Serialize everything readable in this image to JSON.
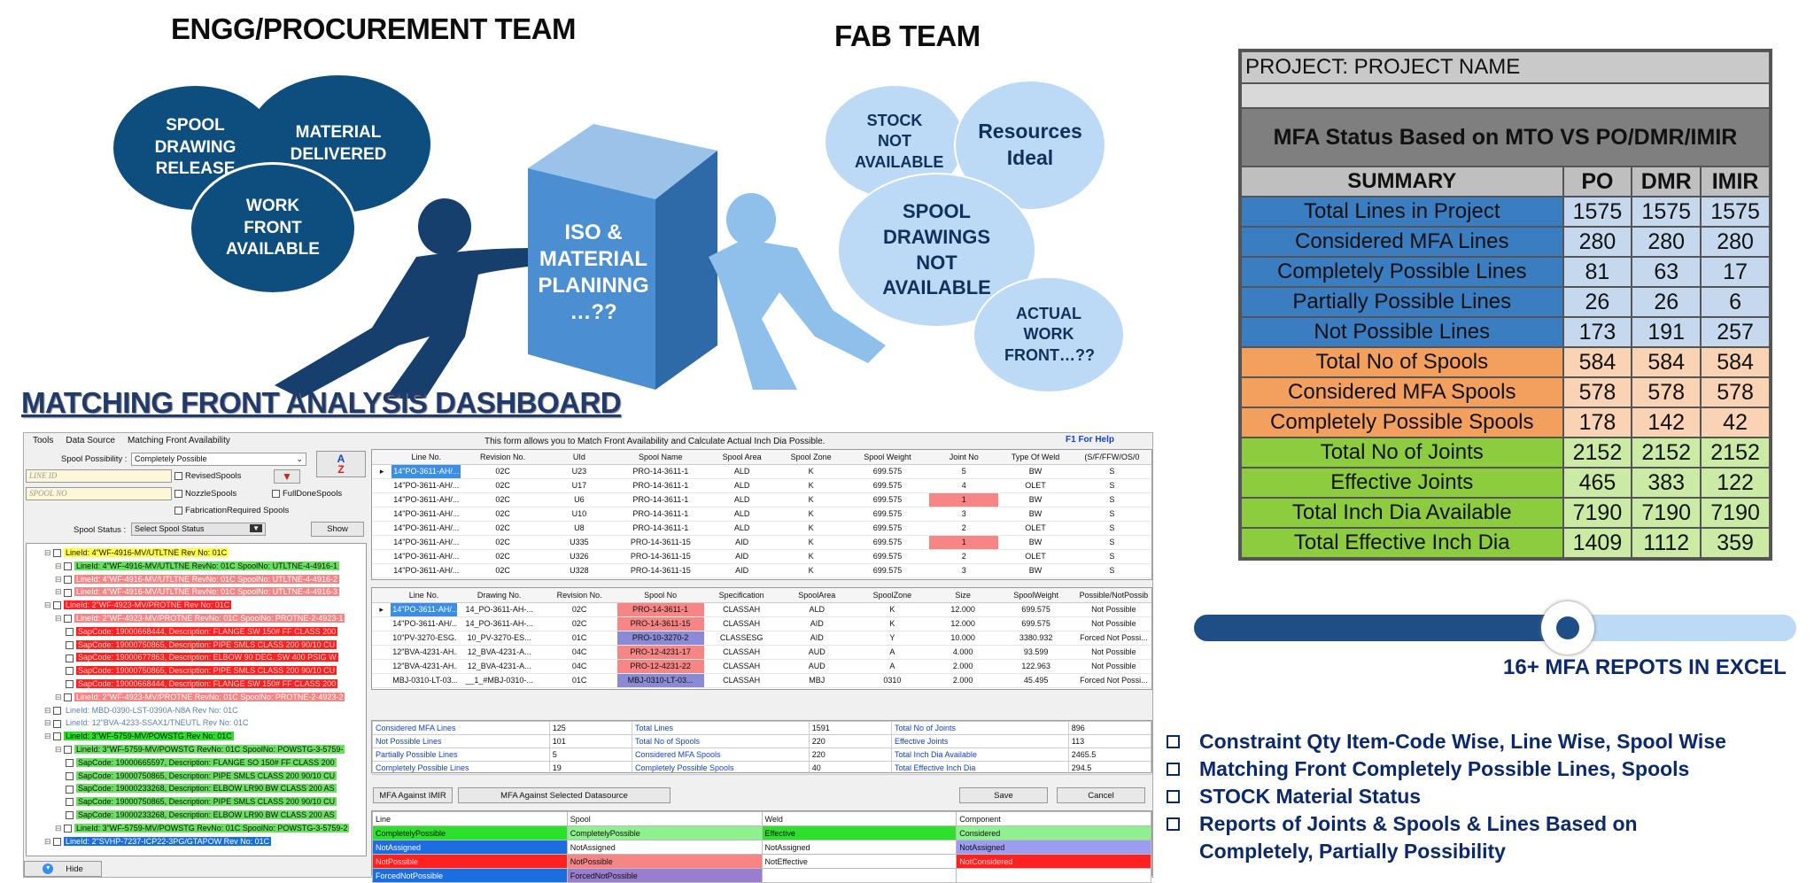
{
  "headings": {
    "engg": "ENGG/PROCUREMENT TEAM",
    "fab": "FAB TEAM",
    "dashboard": "MATCHING FRONT ANALYSIS DASHBOARD",
    "excel": "16+  MFA REPOTS IN EXCEL"
  },
  "bubbles": {
    "spool_release": "SPOOL DRAWING RELEASE",
    "material_delivered": "MATERIAL DELIVERED",
    "work_front": "WORK FRONT AVAILABLE",
    "stock": "STOCK NOT AVAILABLE",
    "resources": "Resources Ideal",
    "spool_drawings": "SPOOL DRAWINGS NOT AVAILABLE",
    "actual_front": "ACTUAL WORK FRONT…??",
    "cube": "ISO & MATERIAL PLANINNG …??"
  },
  "summary": {
    "project": "PROJECT: PROJECT NAME",
    "title": "MFA Status Based on MTO VS PO/DMR/IMIR",
    "headers": [
      "SUMMARY",
      "PO",
      "DMR",
      "IMIR"
    ],
    "rows": [
      {
        "label": "Total Lines in Project",
        "po": "1575",
        "dmr": "1575",
        "imir": "1575",
        "color": "#3b7dc1",
        "num": "#c5d8ee"
      },
      {
        "label": "Considered MFA Lines",
        "po": "280",
        "dmr": "280",
        "imir": "280",
        "color": "#3b7dc1",
        "num": "#c5d8ee"
      },
      {
        "label": "Completely Possible Lines",
        "po": "81",
        "dmr": "63",
        "imir": "17",
        "color": "#3b7dc1",
        "num": "#c5d8ee"
      },
      {
        "label": "Partially Possible Lines",
        "po": "26",
        "dmr": "26",
        "imir": "6",
        "color": "#3b7dc1",
        "num": "#c5d8ee"
      },
      {
        "label": "Not Possible Lines",
        "po": "173",
        "dmr": "191",
        "imir": "257",
        "color": "#3b7dc1",
        "num": "#c5d8ee"
      },
      {
        "label": "Total No of Spools",
        "po": "584",
        "dmr": "584",
        "imir": "584",
        "color": "#f3a05e",
        "num": "#f9d3b3"
      },
      {
        "label": "Considered MFA Spools",
        "po": "578",
        "dmr": "578",
        "imir": "578",
        "color": "#f3a05e",
        "num": "#f9d3b3"
      },
      {
        "label": "Completely Possible Spools",
        "po": "178",
        "dmr": "142",
        "imir": "42",
        "color": "#f3a05e",
        "num": "#f9d3b3"
      },
      {
        "label": "Total No of Joints",
        "po": "2152",
        "dmr": "2152",
        "imir": "2152",
        "color": "#8ccc3e",
        "num": "#cbeaa3"
      },
      {
        "label": "Effective Joints",
        "po": "465",
        "dmr": "383",
        "imir": "122",
        "color": "#8ccc3e",
        "num": "#cbeaa3"
      },
      {
        "label": "Total Inch Dia Available",
        "po": "7190",
        "dmr": "7190",
        "imir": "7190",
        "color": "#8ccc3e",
        "num": "#cbeaa3"
      },
      {
        "label": "Total Effective Inch Dia",
        "po": "1409",
        "dmr": "1112",
        "imir": "359",
        "color": "#8ccc3e",
        "num": "#cbeaa3"
      }
    ]
  },
  "slider": {
    "value": 0.62
  },
  "bullets": [
    "Constraint Qty Item-Code Wise, Line Wise, Spool Wise",
    "Matching Front Completely Possible Lines, Spools",
    "STOCK Material Status",
    "Reports of Joints & Spools & Lines Based on Completely, Partially Possibility"
  ],
  "dash": {
    "menu": [
      "Tools",
      "Data Source",
      "Matching Front Availability"
    ],
    "form_note": "This form allows you to Match Front Availability and Calculate Actual Inch Dia Possible.",
    "help": "F1 For Help",
    "spool_possibility_label": "Spool Possibility :",
    "spool_possibility_value": "Completely Possible",
    "line_id_placeholder": "LINE ID",
    "spool_no_placeholder": "SPOOL NO",
    "checks": [
      "RevisedSpools",
      "NozzleSpools",
      "FabricationRequired Spools",
      "FullDoneSpools"
    ],
    "spool_status_label": "Spool Status :",
    "spool_status_value": "Select Spool Status",
    "show": "Show",
    "hide": "Hide",
    "sort_top": "A",
    "sort_bottom": "Z",
    "tree": [
      {
        "text": "LineId: 4\"WF-4916-MV/UTLTNE Rev No: 01C",
        "bg": "#ffff3d",
        "fg": "#111",
        "indent": 0
      },
      {
        "text": "LineId: 4\"WF-4916-MV/UTLTNE RevNo: 01C SpoolNo: UTLTNE-4-4916-1",
        "bg": "#69e05f",
        "fg": "#111",
        "indent": 1
      },
      {
        "text": "LineId: 4\"WF-4916-MV/UTLTNE RevNo: 01C SpoolNo: UTLTNE-4-4916-2",
        "bg": "#f78585",
        "fg": "#fff",
        "indent": 1
      },
      {
        "text": "LineId: 4\"WF-4916-MV/UTLTNE RevNo: 01C SpoolNo: UTLTNE-4-4916-3",
        "bg": "#f78585",
        "fg": "#fff",
        "indent": 1
      },
      {
        "text": "LineId: 2\"WF-4923-MV/PROTNE Rev No: 01C",
        "bg": "#ff2020",
        "fg": "#ffd0d0",
        "indent": 0
      },
      {
        "text": "LineId: 2\"WF-4923-MV/PROTNE RevNo: 01C SpoolNo: PROTNE-2-4923-1",
        "bg": "#f78585",
        "fg": "#fff",
        "indent": 1
      },
      {
        "text": "SapCode: 19000668444, Description: FLANGE SW 150# FF CLASS 200",
        "bg": "#ff2020",
        "fg": "#ffd0d0",
        "indent": 2
      },
      {
        "text": "SapCode: 19000750865, Description: PIPE SMLS CLASS 200 90/10 CU",
        "bg": "#ff2020",
        "fg": "#ffd0d0",
        "indent": 2
      },
      {
        "text": "SapCode: 19000677863, Description: ELBOW 90 DEG. SW 400 PSIG W",
        "bg": "#ff2020",
        "fg": "#ffd0d0",
        "indent": 2
      },
      {
        "text": "SapCode: 19000750865, Description: PIPE SMLS CLASS 200 90/10 CU",
        "bg": "#ff2020",
        "fg": "#ffd0d0",
        "indent": 2
      },
      {
        "text": "SapCode: 19000668444, Description: FLANGE SW 150# FF CLASS 200",
        "bg": "#ff2020",
        "fg": "#ffd0d0",
        "indent": 2
      },
      {
        "text": "LineId: 2\"WF-4923-MV/PROTNE RevNo: 01C SpoolNo: PROTNE-2-4923-2",
        "bg": "#f78585",
        "fg": "#fff",
        "indent": 1
      },
      {
        "text": "LineId: MBD-0390-LST-0390A-N8A Rev No: 01C",
        "bg": "#fff",
        "fg": "#5a7fa8",
        "indent": 0
      },
      {
        "text": "LineId: 12\"BVA-4233-SSAX1/TNEUTL Rev No: 01C",
        "bg": "#fff",
        "fg": "#5a7fa8",
        "indent": 0
      },
      {
        "text": "LineId: 3\"WF-5759-MV/POWSTG Rev No: 01C",
        "bg": "#2ce02c",
        "fg": "#111",
        "indent": 0
      },
      {
        "text": "LineId: 3\"WF-5759-MV/POWSTG RevNo: 01C SpoolNo: POWSTG-3-5759-",
        "bg": "#69e05f",
        "fg": "#111",
        "indent": 1
      },
      {
        "text": "SapCode: 19000665597, Description: FLANGE SO 150# FF CLASS 200",
        "bg": "#69e05f",
        "fg": "#111",
        "indent": 2
      },
      {
        "text": "SapCode: 19000750865, Description: PIPE SMLS CLASS 200 90/10 CU",
        "bg": "#69e05f",
        "fg": "#111",
        "indent": 2
      },
      {
        "text": "SapCode: 19000233268, Description: ELBOW LR90 BW CLASS 200 AS",
        "bg": "#69e05f",
        "fg": "#111",
        "indent": 2
      },
      {
        "text": "SapCode: 19000750865, Description: PIPE SMLS CLASS 200 90/10 CU",
        "bg": "#69e05f",
        "fg": "#111",
        "indent": 2
      },
      {
        "text": "SapCode: 19000233268, Description: ELBOW LR90 BW CLASS 200 AS",
        "bg": "#69e05f",
        "fg": "#111",
        "indent": 2
      },
      {
        "text": "LineId: 3\"WF-5759-MV/POWSTG RevNo: 01C SpoolNo: POWSTG-3-5759-2",
        "bg": "#69e05f",
        "fg": "#111",
        "indent": 1
      },
      {
        "text": "LineId: 2\"SVHP-7237-ICP22-3PG/GTAPOW Rev No: 01C",
        "bg": "#1a6ee0",
        "fg": "#fff",
        "indent": 0
      }
    ],
    "grid1": {
      "headers": [
        "",
        "Line No.",
        "Revision No.",
        "UId",
        "Spool Name",
        "Spool Area",
        "Spool Zone",
        "Spool Weight",
        "Joint No",
        "Type Of Weld",
        "(S/F/FFW/OS/0"
      ],
      "rows": [
        [
          "▸",
          "14\"PO-3611-AH/...",
          "02C",
          "U23",
          "PRO-14-3611-1",
          "ALD",
          "K",
          "699.575",
          "5",
          "BW",
          "S"
        ],
        [
          "",
          "14\"PO-3611-AH/...",
          "02C",
          "U17",
          "PRO-14-3611-1",
          "ALD",
          "K",
          "699.575",
          "4",
          "OLET",
          "S"
        ],
        [
          "",
          "14\"PO-3611-AH/...",
          "02C",
          "U6",
          "PRO-14-3611-1",
          "ALD",
          "K",
          "699.575",
          "1",
          "BW",
          "S"
        ],
        [
          "",
          "14\"PO-3611-AH/...",
          "02C",
          "U10",
          "PRO-14-3611-1",
          "ALD",
          "K",
          "699.575",
          "3",
          "BW",
          "S"
        ],
        [
          "",
          "14\"PO-3611-AH/...",
          "02C",
          "U8",
          "PRO-14-3611-1",
          "ALD",
          "K",
          "699.575",
          "2",
          "OLET",
          "S"
        ],
        [
          "",
          "14\"PO-3611-AH/...",
          "02C",
          "U335",
          "PRO-14-3611-15",
          "AID",
          "K",
          "699.575",
          "1",
          "BW",
          "S"
        ],
        [
          "",
          "14\"PO-3611-AH/...",
          "02C",
          "U326",
          "PRO-14-3611-15",
          "AID",
          "K",
          "699.575",
          "2",
          "OLET",
          "S"
        ],
        [
          "",
          "14\"PO-3611-AH/...",
          "02C",
          "U328",
          "PRO-14-3611-15",
          "AID",
          "K",
          "699.575",
          "3",
          "BW",
          "S"
        ]
      ]
    },
    "grid2": {
      "headers": [
        "",
        "Line No.",
        "Drawing No.",
        "Revision No.",
        "Spool No",
        "Specification",
        "SpoolArea",
        "SpoolZone",
        "Size",
        "SpoolWeight",
        "Possible/NotPossib"
      ],
      "rows": [
        [
          "▸",
          "14\"PO-3611-AH/...",
          "14_PO-3611-AH-...",
          "02C",
          "PRO-14-3611-1",
          "CLASSAH",
          "ALD",
          "K",
          "12.000",
          "699.575",
          "Not Possible"
        ],
        [
          "",
          "14\"PO-3611-AH/...",
          "14_PO-3611-AH-...",
          "02C",
          "PRO-14-3611-15",
          "CLASSAH",
          "AID",
          "K",
          "12.000",
          "699.575",
          "Not Possible"
        ],
        [
          "",
          "10\"PV-3270-ESG...",
          "10_PV-3270-ES...",
          "01C",
          "PRO-10-3270-2",
          "CLASSESG",
          "AID",
          "Y",
          "10.000",
          "3380.932",
          "Forced Not Possi..."
        ],
        [
          "",
          "12\"BVA-4231-AH...",
          "12_BVA-4231-A...",
          "04C",
          "PRO-12-4231-17",
          "CLASSAH",
          "AUD",
          "A",
          "4.000",
          "93.599",
          "Not Possible"
        ],
        [
          "",
          "12\"BVA-4231-AH...",
          "12_BVA-4231-A...",
          "04C",
          "PRO-12-4231-22",
          "CLASSAH",
          "AUD",
          "A",
          "2.000",
          "122.963",
          "Not Possible"
        ],
        [
          "",
          "MBJ-0310-LT-03...",
          "__1_#MBJ-0310-...",
          "01C",
          "MBJ-0310-LT-03...",
          "CLASSAH",
          "MBJ",
          "0310",
          "2.000",
          "45.495",
          "Forced Not Possi..."
        ]
      ]
    },
    "stats": [
      [
        "Considered MFA Lines",
        "125",
        "Total Lines",
        "1591",
        "Total No of Joints",
        "896"
      ],
      [
        "Not Possible Lines",
        "101",
        "Total No of Spools",
        "220",
        "Effective Joints",
        "113"
      ],
      [
        "Partially Possible Lines",
        "5",
        "Considered MFA Spools",
        "220",
        "Total Inch Dia Available",
        "2465.5"
      ],
      [
        "Completely Possible Lines",
        "19",
        "Completely Possible Spools",
        "40",
        "Total Effective Inch Dia",
        "294.5"
      ]
    ],
    "buttons": {
      "imir": "MFA Against IMIR",
      "selected": "MFA Against Selected Datasource",
      "save": "Save",
      "cancel": "Cancel"
    },
    "legend": {
      "headers": [
        "Line",
        "Spool",
        "Weld",
        "Component"
      ],
      "rows": [
        [
          {
            "t": "CompletelyPossible",
            "bg": "#2ce02c",
            "fg": "#111"
          },
          {
            "t": "CompletelyPossible",
            "bg": "#8ef08e",
            "fg": "#111"
          },
          {
            "t": "Effective",
            "bg": "#2ce02c",
            "fg": "#111"
          },
          {
            "t": "Considered",
            "bg": "#8ef08e",
            "fg": "#111"
          }
        ],
        [
          {
            "t": "NotAssigned",
            "bg": "#1a6ee0",
            "fg": "#fff"
          },
          {
            "t": "NotAssigned",
            "bg": "#fff",
            "fg": "#111"
          },
          {
            "t": "NotAssigned",
            "bg": "#fff",
            "fg": "#111"
          },
          {
            "t": "NotAssigned",
            "bg": "#9c9cf0",
            "fg": "#111"
          }
        ],
        [
          {
            "t": "NotPossible",
            "bg": "#ff2020",
            "fg": "#ffd0d0"
          },
          {
            "t": "NotPossible",
            "bg": "#f78585",
            "fg": "#111"
          },
          {
            "t": "NotEffective",
            "bg": "#fff",
            "fg": "#111"
          },
          {
            "t": "NotConsidered",
            "bg": "#ff2020",
            "fg": "#ffd0d0"
          }
        ],
        [
          {
            "t": "ForcedNotPossible",
            "bg": "#1a6ee0",
            "fg": "#fff"
          },
          {
            "t": "ForcedNotPossible",
            "bg": "#9a7dcc",
            "fg": "#111"
          },
          {
            "t": "",
            "bg": "#fff",
            "fg": "#111"
          },
          {
            "t": "",
            "bg": "#fff",
            "fg": "#111"
          }
        ]
      ]
    },
    "colors": {
      "selected": "#3a8ee6",
      "red": "#f78585",
      "purple": "#8a8ad6"
    }
  }
}
